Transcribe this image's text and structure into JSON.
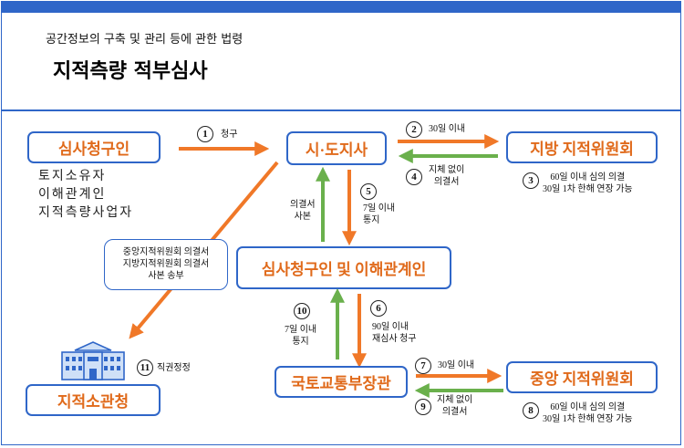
{
  "header": {
    "subtitle": "공간정보의 구축 및 관리 등에 관한 법령",
    "title": "지적측량 적부심사"
  },
  "boxes": {
    "applicant": "심사청구인",
    "provincial_governor": "시·도지사",
    "local_committee": "지방 지적위원회",
    "applicant_and_interested": "심사청구인 및 이해관계인",
    "minister": "국토교통부장관",
    "central_committee": "중앙 지적위원회",
    "cadastral_office": "지적소관청"
  },
  "applicant_types": [
    "토지소유자",
    "이해관계인",
    "지적측량사업자"
  ],
  "steps": [
    {
      "num": "1",
      "text": [
        "청구"
      ]
    },
    {
      "num": "2",
      "text": [
        "30일 이내"
      ]
    },
    {
      "num": "3",
      "text": [
        "60일 이내 심의 의결",
        "30일 1차 한해 연장 가능"
      ]
    },
    {
      "num": "4",
      "text": [
        "지체 없이",
        "의결서"
      ]
    },
    {
      "num": "5",
      "text": [
        "7일 이내",
        "통지"
      ]
    },
    {
      "num": "6",
      "text": [
        "90일 이내",
        "재심사 청구"
      ]
    },
    {
      "num": "7",
      "text": [
        "30일 이내"
      ]
    },
    {
      "num": "8",
      "text": [
        "60일 이내 심의 의결",
        "30일 1차 한해 연장 가능"
      ]
    },
    {
      "num": "9",
      "text": [
        "지체 없이",
        "의결서"
      ]
    },
    {
      "num": "10",
      "text": [
        "7일 이내",
        "통지"
      ]
    },
    {
      "num": "11",
      "text": [
        "직권정정"
      ]
    }
  ],
  "copy_label": [
    "의결서",
    "사본"
  ],
  "dispatch_note": [
    "중앙지적위원회 의결서",
    "지방지적위원회 의결서",
    "사본 송부"
  ],
  "icons": {
    "office": "building-icon"
  },
  "colors": {
    "blue": "#2f66c8",
    "orange": "#e06a1b",
    "arrow_orange": "#f07828",
    "arrow_green": "#6ab04c"
  }
}
